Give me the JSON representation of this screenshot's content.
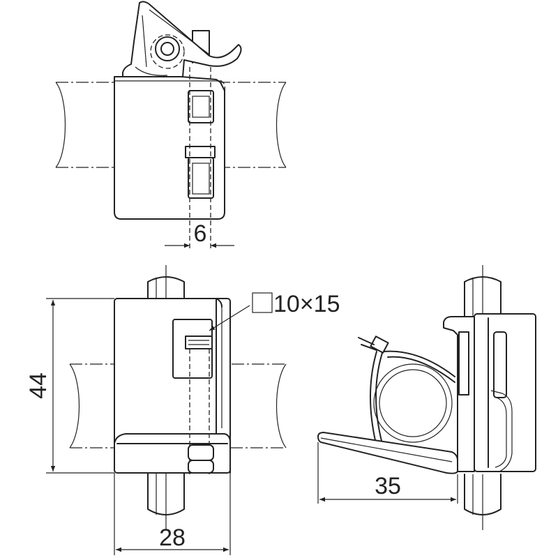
{
  "dimensions": {
    "gap_width": "6",
    "height": "44",
    "width": "28",
    "depth": "35",
    "opening": "10×15"
  },
  "colors": {
    "line": "#222222",
    "background": "#ffffff"
  }
}
